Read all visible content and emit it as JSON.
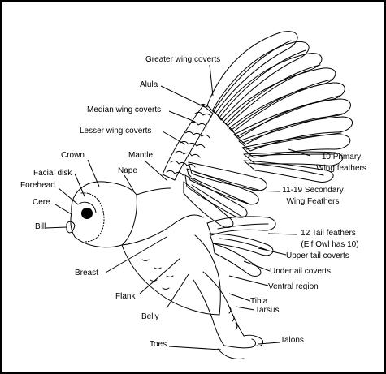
{
  "labels": {
    "greater_wing_coverts": "Greater wing coverts",
    "alula": "Alula",
    "median_wing_coverts": "Median wing coverts",
    "lesser_wing_coverts": "Lesser wing coverts",
    "crown": "Crown",
    "mantle": "Mantle",
    "facial_disk": "Facial disk",
    "nape": "Nape",
    "forehead": "Forehead",
    "cere": "Cere",
    "bill": "Bill",
    "primary_line1": "10 Primary",
    "primary_line2": "Wing feathers",
    "secondary_line1": "11-19 Secondary",
    "secondary_line2": "Wing Feathers",
    "tail_line1": "12 Tail feathers",
    "tail_line2": "(Elf Owl has 10)",
    "upper_tail_coverts": "Upper tail coverts",
    "undertail_coverts": "Undertail coverts",
    "ventral_region": "Ventral region",
    "tibia": "Tibia",
    "tarsus": "Tarsus",
    "breast": "Breast",
    "flank": "Flank",
    "belly": "Belly",
    "toes": "Toes",
    "talons": "Talons"
  },
  "colors": {
    "ink": "#000000",
    "background": "#ffffff",
    "border": "#000000"
  }
}
